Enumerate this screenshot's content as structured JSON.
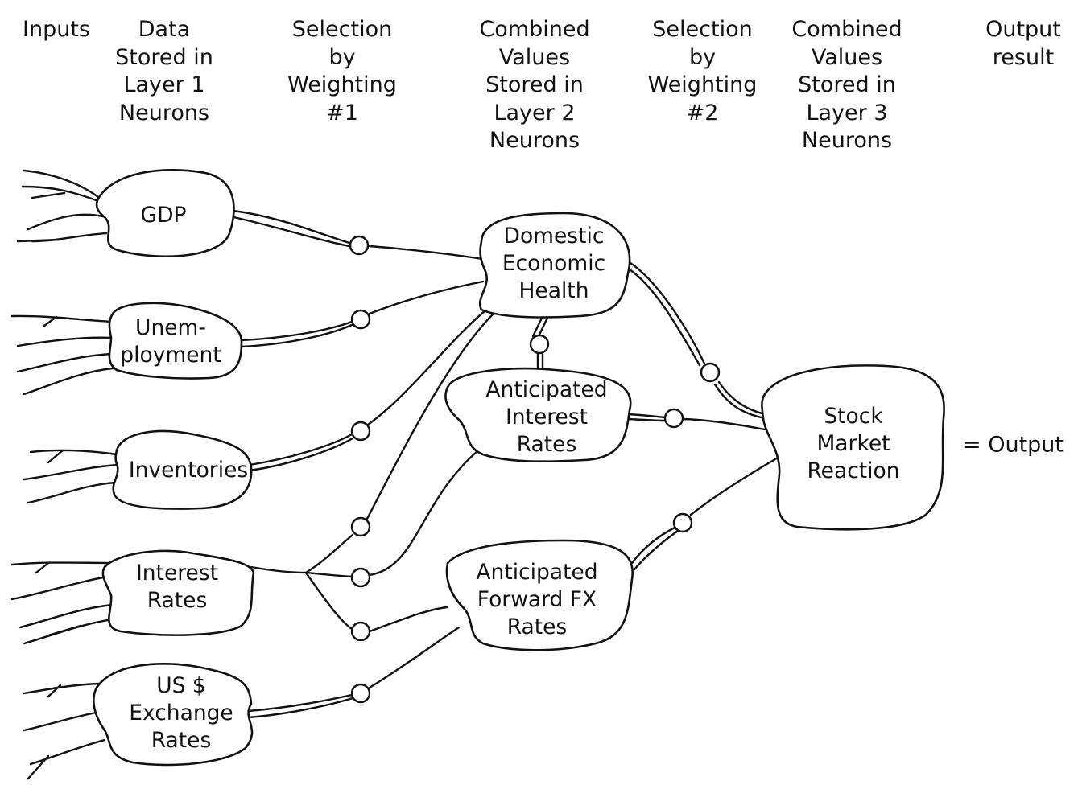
{
  "headers": [
    {
      "id": "inputs",
      "text": "Inputs"
    },
    {
      "id": "layer1",
      "text": "Data\nStored in\nLayer 1\nNeurons"
    },
    {
      "id": "weighting1",
      "text": "Selection\nby\nWeighting\n#1"
    },
    {
      "id": "layer2",
      "text": "Combined\nValues\nStored in\nLayer 2\nNeurons"
    },
    {
      "id": "weighting2",
      "text": "Selection\nby\nWeighting\n#2"
    },
    {
      "id": "layer3",
      "text": "Combined\nValues\nStored in\nLayer 3\nNeurons"
    },
    {
      "id": "output",
      "text": "Output\nresult"
    }
  ],
  "layer1": {
    "gdp": "GDP",
    "unemployment": "Unem-\nployment",
    "inventories": "Inventories",
    "interest": "Interest\nRates",
    "exchange": "US $\nExchange\nRates"
  },
  "layer2": {
    "domestic": "Domestic\nEconomic\nHealth",
    "anticipated_interest": "Anticipated\nInterest\nRates",
    "forward_fx": "Anticipated\nForward FX\nRates"
  },
  "layer3": {
    "stock": "Stock\nMarket\nReaction"
  },
  "output_label": "= Output"
}
